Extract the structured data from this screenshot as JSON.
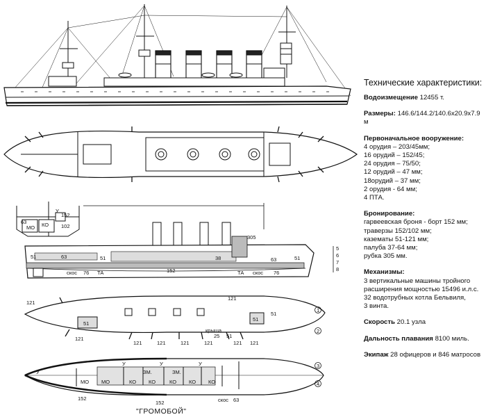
{
  "specs": {
    "title": "Технические характеристики:",
    "displacement": {
      "label": "Водоизмещение",
      "value": "12455 т."
    },
    "dimensions": {
      "label": "Размеры:",
      "value": "146.6/144.2/140.6х20.9х7.9 м"
    },
    "armament": {
      "label": "Первоначальное вооружение:",
      "lines": [
        "4 орудия – 203/45мм;",
        "16 орудий – 152/45;",
        "24 орудия – 75/50;",
        "12 орудий – 47 мм;",
        "18орудий – 37 мм;",
        "2 орудия - 64 мм;",
        "4 ПТА."
      ]
    },
    "armor": {
      "label": "Бронирование:",
      "lines": [
        "гарвеевская броня - борт 152 мм;",
        "траверзы 152/102 мм;",
        "казематы 51-121 мм;",
        "палуба 37-64 мм;",
        "рубка 305 мм."
      ]
    },
    "machinery": {
      "label": "Механизмы:",
      "lines": [
        "3 вертикальные машины тройного",
        "расширения мощностью 15496 и.л.с.",
        "32 водотрубных котла Бельвиля,",
        "3 винта."
      ]
    },
    "speed": {
      "label": "Скорость",
      "value": "20.1 узла"
    },
    "range": {
      "label": "Дальность плавания",
      "value": "8100 миль."
    },
    "crew": {
      "label": "Экипаж",
      "value": "28 офицеров и 846 матросов"
    }
  },
  "drawing": {
    "ship_name": "\"ГРОМОБОЙ\"",
    "section_labels": [
      "152",
      "63",
      "МО",
      "КО",
      "У",
      "102"
    ],
    "profile_labels": [
      "305",
      "51",
      "63",
      "51",
      "38",
      "152",
      "63",
      "51",
      "скос",
      "76",
      "ТА",
      "ТА",
      "скос",
      "76"
    ],
    "deck_labels": [
      "121",
      "51",
      "51",
      "51",
      "121",
      "121",
      "121",
      "121",
      "121",
      "121",
      "крыша",
      "25",
      "51",
      "121",
      "121"
    ],
    "plan_labels": [
      "У",
      "МО",
      "МО",
      "КО",
      "КО",
      "КО",
      "КО",
      "КО",
      "У",
      "У",
      "У",
      "ЗМ.",
      "ЗМ.",
      "152",
      "152",
      "скос",
      "63"
    ],
    "circle_numbers": [
      "1",
      "2",
      "3",
      "4",
      "5",
      "6",
      "7",
      "8"
    ]
  }
}
